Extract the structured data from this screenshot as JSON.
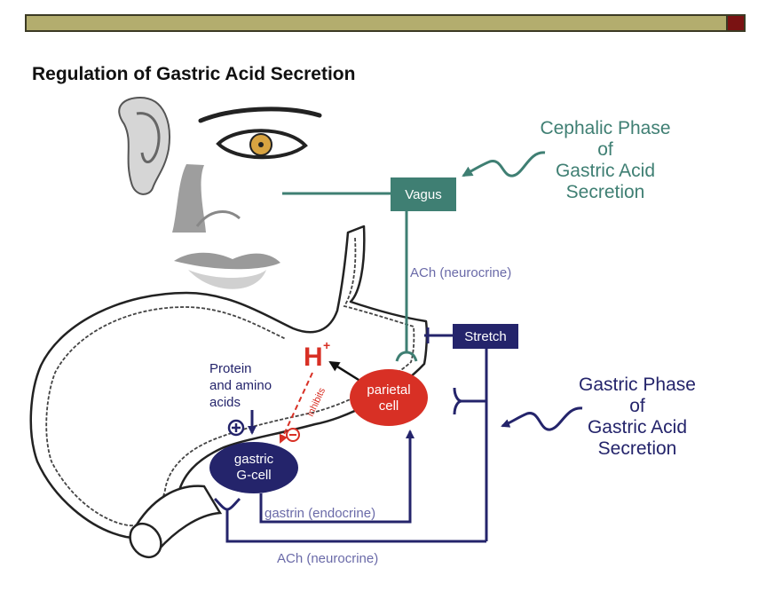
{
  "slide": {
    "title": "Regulation of Gastric Acid Secretion"
  },
  "phases": {
    "cephalic": [
      "Cephalic Phase",
      "of",
      "Gastric Acid",
      "Secretion"
    ],
    "gastric": [
      "Gastric Phase",
      "of",
      "Gastric Acid",
      "Secretion"
    ]
  },
  "nodes": {
    "vagus": "Vagus",
    "stretch": "Stretch",
    "parietal": [
      "parietal",
      "cell"
    ],
    "gcell": [
      "gastric",
      "G-cell"
    ],
    "protein": [
      "Protein",
      "and amino",
      "acids"
    ],
    "hydrogen": "H",
    "hydrogen_sup": "+"
  },
  "labels": {
    "ach_neurocrine_top": "ACh (neurocrine)",
    "ach_neurocrine_bottom": "ACh (neurocrine)",
    "gastrin": "gastrin (endocrine)",
    "inhibits": "inhibits"
  },
  "colors": {
    "teal": "#3f7f73",
    "navy": "#24246b",
    "red": "#d83025",
    "slate": "#6a6aa8",
    "bar": "#b3ad6e",
    "bar_accent": "#7a1212"
  }
}
